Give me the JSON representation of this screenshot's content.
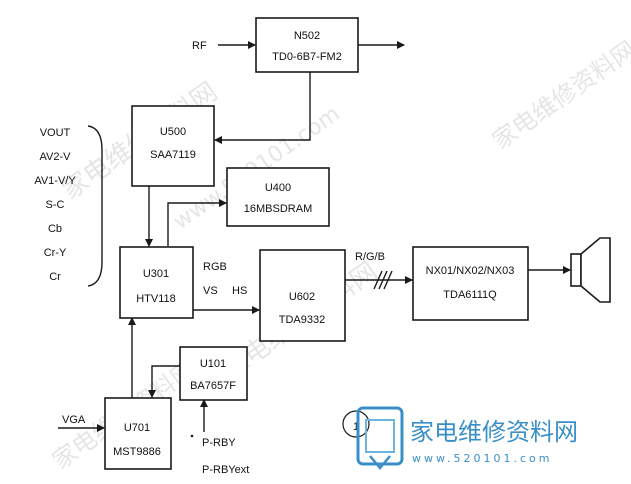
{
  "blocks": {
    "n502": {
      "line1": "N502",
      "line2": "TD0-6B7-FM2"
    },
    "u500": {
      "line1": "U500",
      "line2": "SAA7119"
    },
    "u400": {
      "line1": "U400",
      "line2": "16MBSDRAM"
    },
    "u301": {
      "line1": "U301",
      "line2": "HTV118"
    },
    "u602": {
      "line1": "U602",
      "line2": "TDA9332"
    },
    "nx": {
      "line1": "NX01/NX02/NX03",
      "line2": "TDA6111Q"
    },
    "u101": {
      "line1": "U101",
      "line2": "BA7657F"
    },
    "u701": {
      "line1": "U701",
      "line2": "MST9886"
    }
  },
  "signals": {
    "rf": "RF",
    "vga": "VGA",
    "rgb": "RGB",
    "vs": "VS",
    "hs": "HS",
    "rgb_bus": "R/G/B",
    "p_rby": "P-RBY",
    "p_rbyext": "P-RBYext"
  },
  "inputs": [
    "VOUT",
    "AV2-V",
    "AV1-V/Y",
    "S-C",
    "Cb",
    "Cr-Y",
    "Cr"
  ],
  "marker": "1",
  "brand": {
    "name": "家电维修资料网",
    "url": "www.520101.com"
  },
  "watermarks": [
    "家电维修资料网",
    "www.520101.com"
  ],
  "colors": {
    "brand": "#3a8fc8",
    "line": "#1a1a1a"
  }
}
